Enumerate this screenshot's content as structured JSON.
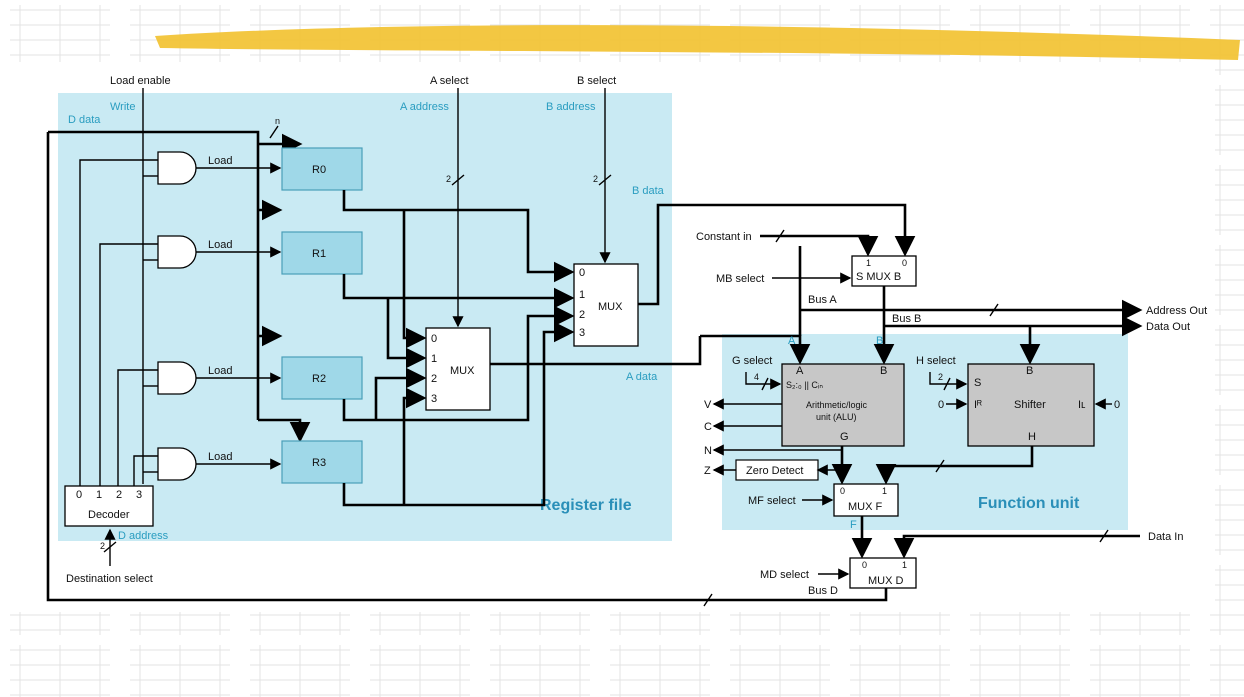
{
  "colors": {
    "register_file_bg": "#c9eaf3",
    "register_fill": "#9fd8e8",
    "function_fill": "#c7c7c7",
    "accent_text": "#2a9dc0",
    "highlighter": "#f2c12e"
  },
  "top": {
    "load_enable": "Load enable",
    "a_select": "A select",
    "b_select": "B select"
  },
  "register_file": {
    "title": "Register file",
    "write": "Write",
    "d_data": "D data",
    "a_address": "A address",
    "b_address": "B address",
    "b_data": "B data",
    "a_data": "A data",
    "d_address": "D address",
    "registers": [
      "R0",
      "R1",
      "R2",
      "R3"
    ],
    "load": "Load",
    "mux_label": "MUX",
    "mux_inputs": [
      "0",
      "1",
      "2",
      "3"
    ],
    "decoder": {
      "label": "Decoder",
      "outputs": [
        "0",
        "1",
        "2",
        "3"
      ]
    },
    "destination_select": "Destination select",
    "n": "n",
    "two": "2"
  },
  "datapath": {
    "constant_in": "Constant in",
    "mb_select": "MB select",
    "mux_b": "S  MUX B",
    "mux_b_inputs": [
      "1",
      "0"
    ],
    "bus_a": "Bus A",
    "bus_b": "Bus B",
    "address_out": "Address Out",
    "data_out": "Data Out",
    "a": "A",
    "b": "B"
  },
  "function_unit": {
    "title": "Function unit",
    "g_select": "G select",
    "four": "4",
    "alu_select": "S₂:₀ || Cᵢₙ",
    "alu_line1": "Arithmetic/logic",
    "alu_line2": "unit (ALU)",
    "alu_a": "A",
    "alu_b": "B",
    "alu_g": "G",
    "h_select": "H select",
    "two": "2",
    "shifter": "Shifter",
    "s": "S",
    "ir": "Iᴿ",
    "il": "Iʟ",
    "shifter_b": "B",
    "shifter_h": "H",
    "zero_in_left": "0",
    "zero_in_right": "0",
    "v": "V",
    "c": "C",
    "n": "N",
    "z": "Z",
    "zero_detect": "Zero Detect",
    "mf_select": "MF select",
    "mux_f": "MUX F",
    "mux_f_inputs": [
      "0",
      "1"
    ],
    "f": "F"
  },
  "output": {
    "data_in": "Data In",
    "md_select": "MD select",
    "mux_d": "MUX D",
    "mux_d_inputs": [
      "0",
      "1"
    ],
    "bus_d": "Bus D"
  }
}
